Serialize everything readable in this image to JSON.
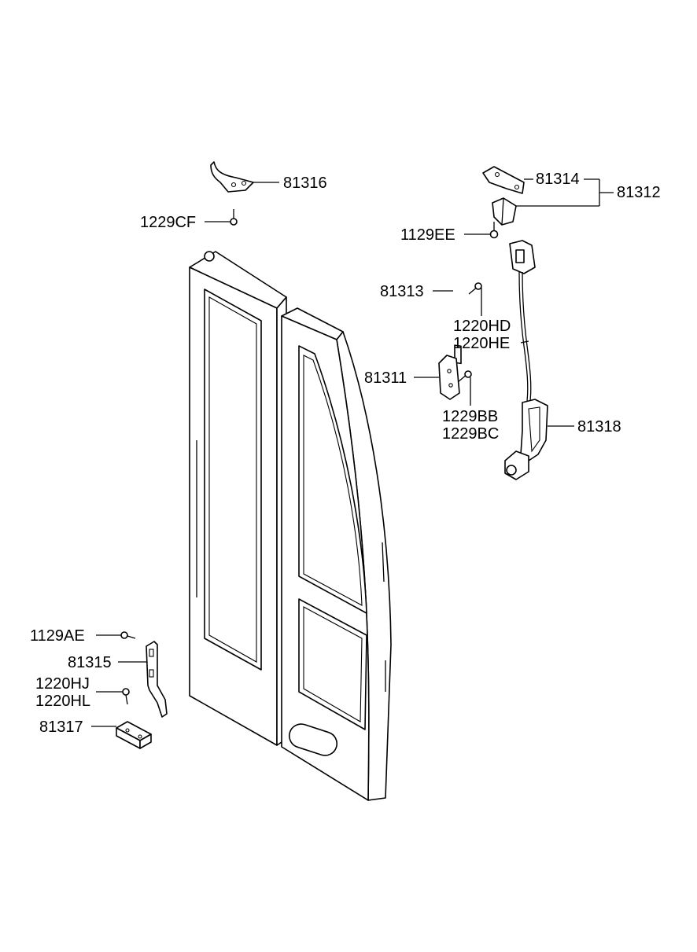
{
  "labels": {
    "p81316": "81316",
    "p1229CF": "1229CF",
    "p81314": "81314",
    "p81312": "81312",
    "p1129EE": "1129EE",
    "p81313": "81313",
    "p1220HD": "1220HD",
    "p1220HE": "1220HE",
    "p81311": "81311",
    "p1229BB": "1229BB",
    "p1229BC": "1229BC",
    "p81318": "81318",
    "p1129AE": "1129AE",
    "p81315": "81315",
    "p1220HJ": "1220HJ",
    "p1220HL": "1220HL",
    "p81317": "81317"
  }
}
